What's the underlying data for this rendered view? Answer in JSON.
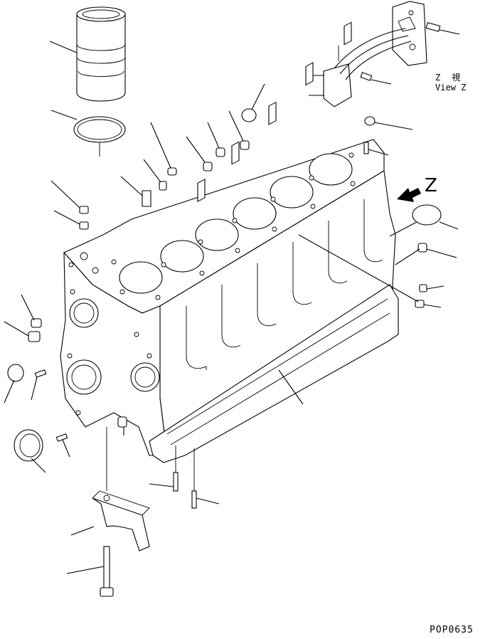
{
  "labels": {
    "view_jp": "Z　視",
    "view_en": "View Z",
    "arrow_letter": "Z",
    "drawing_code": "POP0635"
  },
  "colors": {
    "line": "#000000",
    "background": "#ffffff"
  }
}
